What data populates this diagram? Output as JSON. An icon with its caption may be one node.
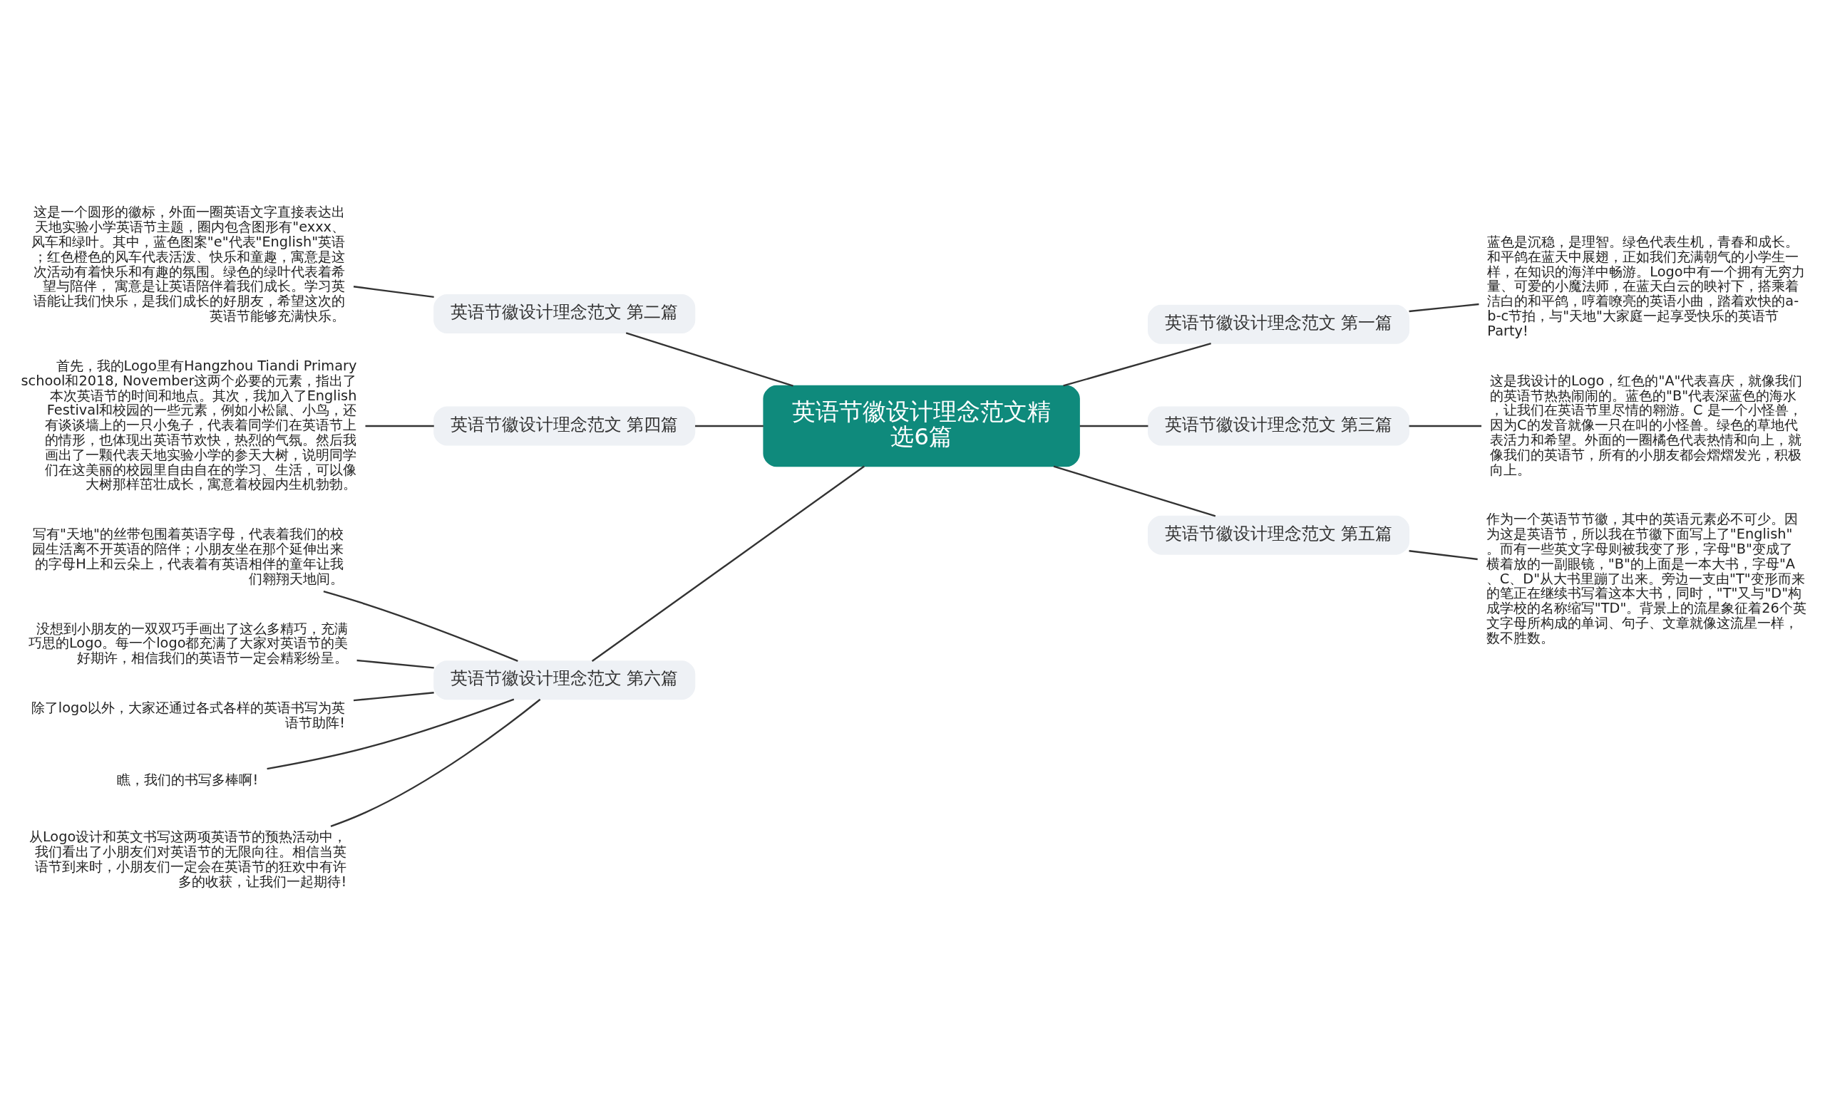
{
  "diagram": {
    "nodes": [
      {
        "text": [
          "英语节徽设计理念范文精选6篇"
        ]
      },
      {
        "text": [
          "英语节徽设计理念范文 第二篇"
        ]
      },
      {
        "text": [
          "这是一个圆形的徽标，外面一圈英语文字直接表达出天地实验小学英语节主题，圈内包含图形有\"exxx、风车和绿叶。其中，蓝色图案\"e\"代表\"English\"英语；红色橙色的风车代表活泼、快乐和童趣，寓意是这次活动有着快乐和有趣的氛围。绿色的绿叶代表着希望与陪伴， 寓意是让英语陪伴着我们成长。学习英语能让我们快乐，是我们成长的好朋友，希望这次的英语节能够充满快乐。"
        ]
      },
      {
        "text": [
          "英语节徽设计理念范文 第一篇"
        ]
      },
      {
        "text": [
          "蓝色是沉稳，是理智。绿色代表生机，青春和成长。和平鸽在蓝天中展翅，正如我们充满朝气的小学生一样，在知识的海洋中畅游。Logo中有一个拥有无穷力量、可爱的小魔法师，在蓝天白云的映衬下，搭乘着洁白的和平鸽，哼着嘹亮的英语小曲，踏着欢快的a-b-c节拍，与\"天地\"大家庭一起享受快乐的英语节Party!"
        ]
      },
      {
        "text": [
          "英语节徽设计理念范文 第四篇"
        ]
      },
      {
        "text": [
          "首先，我的Logo里有Hangzhou Tiandi Primary school和2018, November这两个必要的元素，指出了本次英语节的时间和地点。其次，我加入了English Festival和校园的一些元素，例如小松鼠、小鸟，还有谈谈墙上的一只小兔子，代表着同学们在英语节上的情形，也体现出英语节欢快，热烈的气氛。然后我画出了一颗代表天地实验小学的参天大树，说明同学们在这美丽的校园里自由自在的学习、生活，可以像大树那样茁壮成长，寓意着校园内生机勃勃。"
        ]
      },
      {
        "text": [
          "英语节徽设计理念范文 第三篇"
        ]
      },
      {
        "text": [
          "这是我设计的Logo，红色的\"A\"代表喜庆，就像我们的英语节热热闹闹的。蓝色的\"B\"代表深蓝色的海水，让我们在英语节里尽情的翱游。C 是一个小怪兽，因为C的发音就像一只在叫的小怪兽。绿色的草地代表活力和希望。外面的一圈橘色代表热情和向上，就像我们的英语节，所有的小朋友都会熠熠发光，积极向上。"
        ]
      },
      {
        "text": [
          "英语节徽设计理念范文 第五篇"
        ]
      },
      {
        "text": [
          "作为一个英语节节徽，其中的英语元素必不可少。因为这是英语节，所以我在节徽下面写上了\"English\"。而有一些英文字母则被我变了形，字母\"B\"变成了横着放的一副眼镜，\"B\"的上面是一本大书，字母\"A、C、D\"从大书里蹦了出来。旁边一支由\"T\"变形而来的笔正在继续书写着这本大书，同时，\"T\"又与\"D\"构成学校的名称缩写\"TD\"。背景上的流星象征着26个英文字母所构成的单词、句子、文章就像这流星一样，数不胜数。"
        ]
      },
      {
        "text": [
          "英语节徽设计理念范文 第六篇"
        ]
      },
      {
        "text": [
          "写有\"天地\"的丝带包围着英语字母，代表着我们的校园生活离不开英语的陪伴；小朋友坐在那个延伸出来的字母H上和云朵上，代表着有英语相伴的童年让我们翱翔天地间。"
        ]
      },
      {
        "text": [
          "没想到小朋友的一双双巧手画出了这么多精巧，充满巧思的Logo。每一个logo都充满了大家对英语节的美好期许，相信我们的英语节一定会精彩纷呈。"
        ]
      },
      {
        "text": [
          "除了logo以外，大家还通过各式各样的英语书写为英语节助阵!"
        ]
      },
      {
        "text": [
          "瞧，我们的书写多棒啊!"
        ]
      },
      {
        "text": [
          "从Logo设计和英文书写这两项英语节的预热活动中，我们看出了小朋友们对英语节的无限向往。相信当英语节到来时，小朋友们一定会在英语节的狂欢中有许多的收获，让我们一起期待!"
        ]
      }
    ],
    "edges": [
      {
        "from": 0,
        "to": 1,
        "arrow": "none"
      },
      {
        "from": 1,
        "to": 2,
        "arrow": "none"
      },
      {
        "from": 0,
        "to": 3,
        "arrow": "none"
      },
      {
        "from": 3,
        "to": 4,
        "arrow": "none"
      },
      {
        "from": 0,
        "to": 5,
        "arrow": "none"
      },
      {
        "from": 5,
        "to": 6,
        "arrow": "none"
      },
      {
        "from": 0,
        "to": 7,
        "arrow": "none"
      },
      {
        "from": 7,
        "to": 8,
        "arrow": "none"
      },
      {
        "from": 0,
        "to": 9,
        "arrow": "none"
      },
      {
        "from": 9,
        "to": 10,
        "arrow": "none"
      },
      {
        "from": 0,
        "to": 11,
        "arrow": "none"
      },
      {
        "from": 11,
        "to": 12,
        "arrow": "none"
      },
      {
        "from": 11,
        "to": 13,
        "arrow": "none"
      },
      {
        "from": 11,
        "to": 14,
        "arrow": "none"
      },
      {
        "from": 11,
        "to": 15,
        "arrow": "none"
      },
      {
        "from": 11,
        "to": 16,
        "arrow": "none"
      }
    ]
  }
}
